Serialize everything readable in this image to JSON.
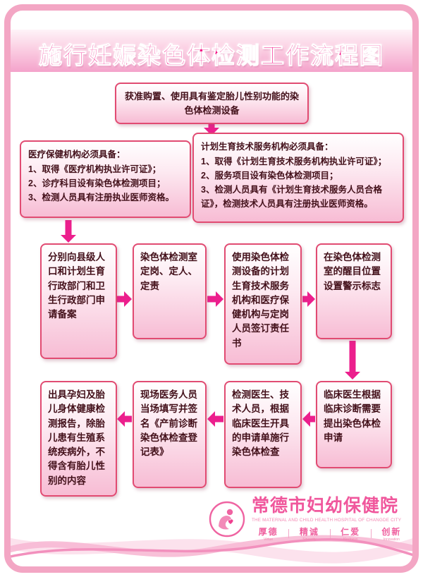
{
  "poster": {
    "title": "施行妊娠染色体检测工作流程图"
  },
  "flow": {
    "equipment": "获准购置、使用具有鉴定胎儿性别功能的染色体检测设备",
    "medical": {
      "header": "医疗保健机构必须具备：",
      "items": [
        "1、取得《医疗机构执业许可证》；",
        "2、诊疗科目设有染色体检测项目；",
        "3、检测人员具有注册执业医师资格。"
      ]
    },
    "family": {
      "header": "计划生育技术服务机构必须具备：",
      "items": [
        "1、取得《计划生育技术服务机构执业许可证》；",
        "2、服务项目设有染色体检测项目；",
        "3、检测人员具有《计划生育技术服务人员合格证》，检测技术人员具有注册执业医师资格。"
      ]
    },
    "record": "分别向县级人口和计划生育行政部门和卫生行政部门申请备案",
    "staffing": "染色体检测室定岗、定人、定责",
    "responsibility": "使用染色体检测设备的计划生育技术服务机构和医疗保健机构与定岗人员签订责任书",
    "warning": "在染色体检测室的醒目位置设置警示标志",
    "apply": "临床医生根据临床诊断需要提出染色体检申请",
    "test": "检测医生、技术人员，根据临床医生开具的申请单施行染色体检查",
    "register": "现场医务人员当场填写并签名《产前诊断染色体检查登记表》",
    "report": "出具孕妇及胎儿身体健康检测报告，除胎儿患有生殖系统疾病外，不得含有胎儿性别的内容"
  },
  "footer": {
    "hospital_name": "常德市妇幼保健院",
    "hospital_name_en": "THE MATERNAL AND CHILD HEALTH HOSPITAL OF CHANGDE CITY",
    "values": [
      {
        "cn": "厚德",
        "en": "Virtue"
      },
      {
        "cn": "精诚",
        "en": "Sincerity"
      },
      {
        "cn": "仁爱",
        "en": "Kindness"
      },
      {
        "cn": "创新",
        "en": "Innovation"
      }
    ]
  },
  "colors": {
    "accent": "#f2087f",
    "frame": "#f3a6c4",
    "box_border": "#e14b72",
    "arrow": "#ec1f8d",
    "footer_pink": "#f0579c"
  }
}
